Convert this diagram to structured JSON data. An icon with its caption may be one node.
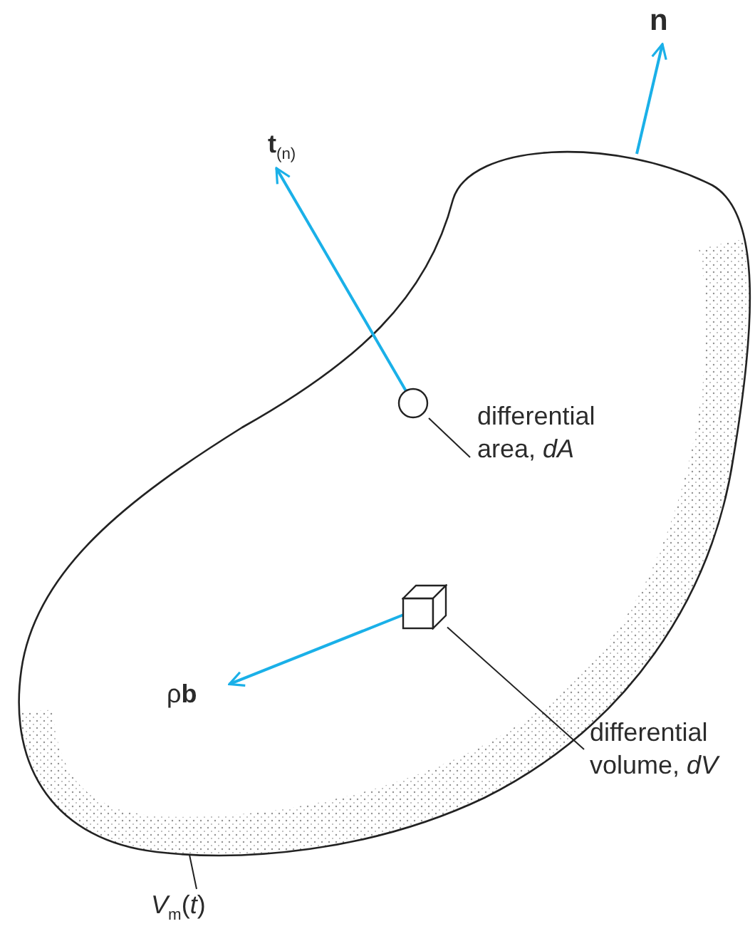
{
  "diagram": {
    "nodes": [
      {
        "text": [],
        "shape": "blob"
      },
      {
        "text": [
          "**t**$_{(n)}$"
        ]
      },
      {
        "text": [
          "n"
        ]
      },
      {
        "text": [],
        "shape": "circle",
        "in": 0
      },
      {
        "text": [
          "differential area, *dA*"
        ],
        "in": 0
      },
      {
        "text": [],
        "shape": "cube",
        "in": 0
      },
      {
        "text": [
          "ρ**b**"
        ],
        "in": 0
      },
      {
        "text": [
          "differential volume, *dV*"
        ]
      },
      {
        "text": [
          "*V*$_{m}$(*t*)"
        ]
      }
    ],
    "edges": [
      {
        "from": 0,
        "to": 2,
        "arrow": "to",
        "color": "#1ab0e8"
      },
      {
        "from": 3,
        "to": 1,
        "arrow": "to",
        "color": "#1ab0e8"
      },
      {
        "from": 5,
        "to": 6,
        "arrow": "to",
        "color": "#1ab0e8"
      },
      {
        "from": 4,
        "to": 3,
        "arrow": "none",
        "color": "#222222"
      },
      {
        "from": 7,
        "to": 5,
        "arrow": "none",
        "color": "#222222"
      },
      {
        "from": 8,
        "to": 0,
        "arrow": "none",
        "color": "#222222"
      }
    ]
  }
}
